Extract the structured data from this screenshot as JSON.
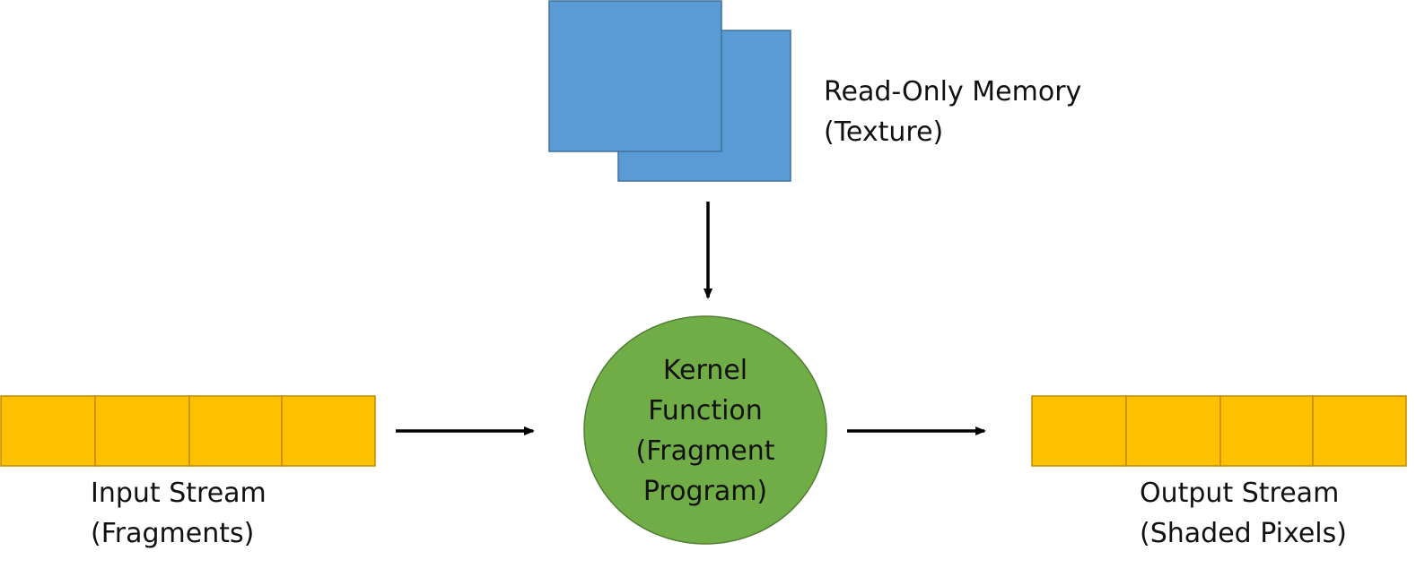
{
  "texture": {
    "label_line1": "Read-Only Memory",
    "label_line2": "(Texture)",
    "color": "#5b9bd5",
    "border_color": "#41719c"
  },
  "kernel": {
    "line1": "Kernel",
    "line2": "Function",
    "line3": "(Fragment",
    "line4": "Program)",
    "color": "#70ad47",
    "border_color": "#507e32"
  },
  "input_stream": {
    "label_line1": "Input Stream",
    "label_line2": "(Fragments)",
    "cell_count": 4,
    "color": "#ffc000",
    "border_color": "#bc8c00"
  },
  "output_stream": {
    "label_line1": "Output Stream",
    "label_line2": "(Shaded Pixels)",
    "cell_count": 4,
    "color": "#ffc000",
    "border_color": "#bc8c00"
  },
  "arrows": {
    "color": "#000000"
  }
}
